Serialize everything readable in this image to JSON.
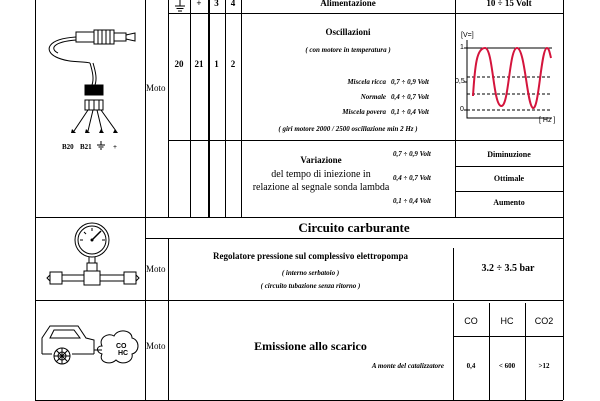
{
  "row1": {
    "moto_label": "Moto",
    "connector_labels": [
      "B20",
      "B21",
      "+"
    ],
    "header": {
      "col2": "+",
      "col3": "3",
      "col4": "4",
      "title": "Alimentazione",
      "value": "10 ÷ 15 Volt"
    },
    "pins": [
      "20",
      "21",
      "1",
      "2"
    ],
    "osc": {
      "title": "Oscillazioni",
      "subtitle": "( con motore in temperatura )",
      "rows": [
        {
          "label": "Miscela ricca",
          "value": "0,7 ÷ 0,9 Volt"
        },
        {
          "label": "Normale",
          "value": "0,4 ÷ 0,7 Volt"
        },
        {
          "label": "Miscela povera",
          "value": "0,1 ÷ 0,4 Volt"
        }
      ],
      "note": "( giri motore 2000 / 2500    oscillazione min 2 Hz )"
    },
    "graph": {
      "y_unit": "[V=]",
      "x_unit": "[ Hz ]",
      "ticks": [
        "1",
        "0,5",
        "0"
      ]
    },
    "variation": {
      "line1": "Variazione",
      "line2": "del tempo di iniezione in",
      "line3": "relazione al segnale sonda lambda",
      "rows": [
        {
          "value": "0,7 ÷ 0,9 Volt",
          "result": "Diminuzione"
        },
        {
          "value": "0,4 ÷ 0,7 Volt",
          "result": "Ottimale"
        },
        {
          "value": "0,1 ÷ 0,4 Volt",
          "result": "Aumento"
        }
      ]
    }
  },
  "section2": {
    "title": "Circuito carburante",
    "moto_label": "Moto",
    "regulator": "Regolatore pressione sul complessivo elettropompa",
    "sub1": "( interno serbatoio )",
    "sub2": "( circuito tubazione senza ritorno )",
    "value": "3.2 ÷ 3.5 bar"
  },
  "section3": {
    "moto_label": "Moto",
    "title": "Emissione allo scarico",
    "subtitle": "A monte del catalizzatore",
    "icon_text": [
      "CO",
      "HC"
    ],
    "columns": [
      "CO",
      "HC",
      "CO2"
    ],
    "values": [
      "0,4",
      "< 600",
      ">12"
    ]
  }
}
